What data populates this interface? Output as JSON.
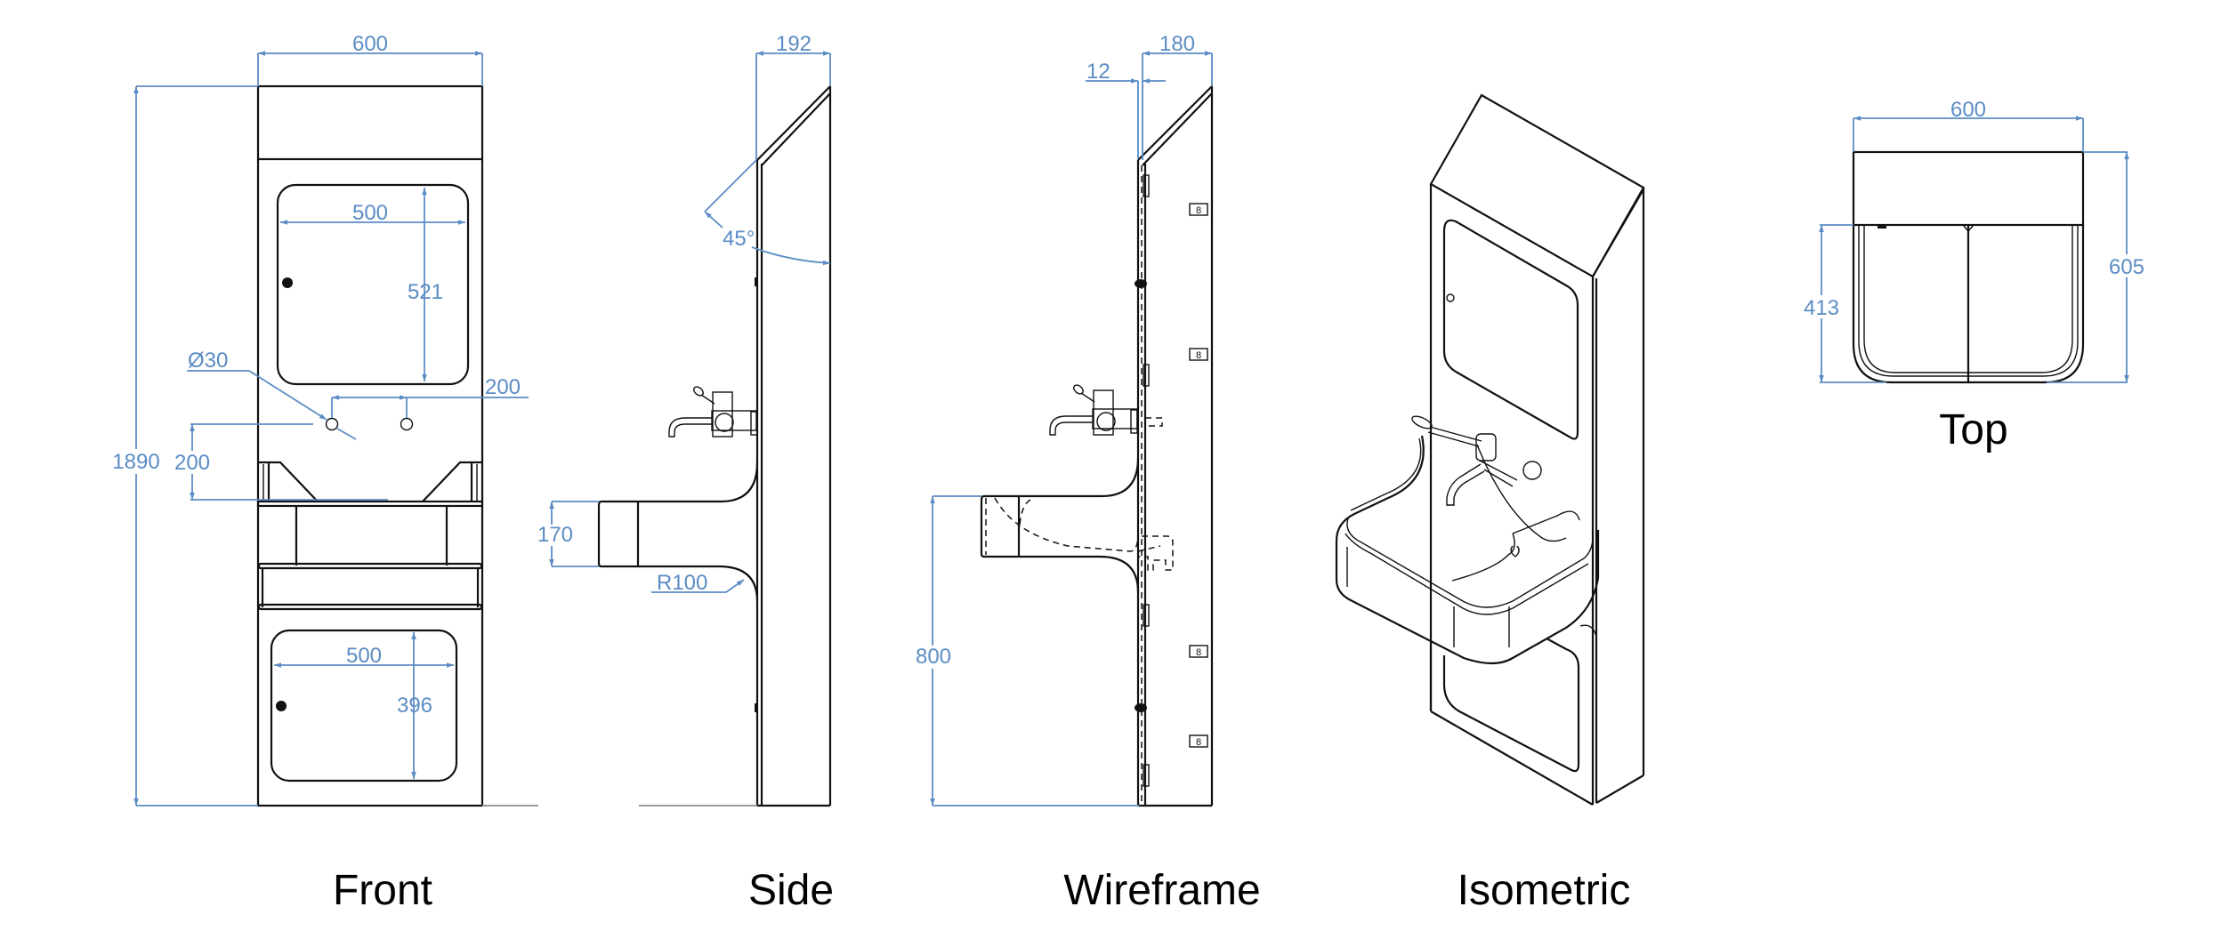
{
  "drawing": {
    "title": "Wall-mounted wash basin panel – technical drawing",
    "dimension_color": "#5b8cc4",
    "line_color": "#111111",
    "units": "mm"
  },
  "views": {
    "front": {
      "label": "Front",
      "dims": {
        "overall_width": "600",
        "overall_height": "1890",
        "upper_door_width": "500",
        "upper_door_height": "521",
        "hole_diameter": "Ø30",
        "hole_spacing": "200",
        "hole_height_above_basin": "200",
        "lower_door_width": "500",
        "lower_door_height": "396"
      }
    },
    "side": {
      "label": "Side",
      "dims": {
        "depth": "192",
        "chamfer_angle": "45°",
        "basin_height": "170",
        "bend_radius": "R100"
      }
    },
    "wireframe": {
      "label": "Wireframe",
      "dims": {
        "depth": "180",
        "panel_thickness": "12",
        "basin_rim_height": "800"
      }
    },
    "isometric": {
      "label": "Isometric"
    },
    "top": {
      "label": "Top",
      "dims": {
        "width": "600",
        "total_depth": "605",
        "basin_projection": "413"
      }
    }
  }
}
